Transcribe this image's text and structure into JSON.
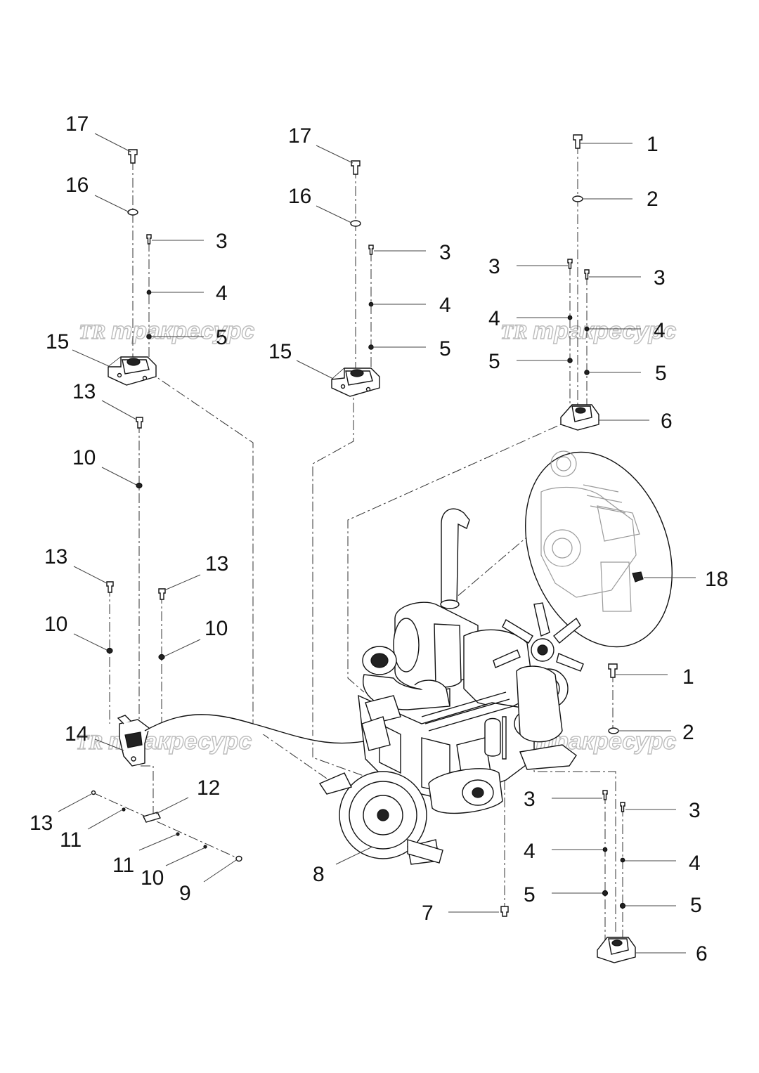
{
  "watermark": {
    "logo": "TR",
    "text": "тракресурс"
  },
  "callouts": {
    "c1a": "17",
    "c1b": "16",
    "c1c": "3",
    "c1d": "4",
    "c1e": "5",
    "c1f": "15",
    "c2a": "17",
    "c2b": "16",
    "c2c": "3",
    "c2d": "4",
    "c2e": "5",
    "c2f": "15",
    "c3a": "1",
    "c3b": "2",
    "c3c": "3",
    "c3d": "3",
    "c3e": "4",
    "c3f": "4",
    "c3g": "5",
    "c3h": "5",
    "c3i": "6",
    "c4a": "13",
    "c4b": "10",
    "c4c": "13",
    "c4d": "13",
    "c4e": "10",
    "c4f": "10",
    "c4g": "14",
    "c5a": "12",
    "c5b": "13",
    "c5c": "11",
    "c5d": "11",
    "c5e": "10",
    "c5f": "9",
    "c6a": "18",
    "c6b": "8",
    "c6c": "7",
    "c7a": "1",
    "c7b": "2",
    "c7c": "3",
    "c7d": "3",
    "c7e": "4",
    "c7f": "4",
    "c7g": "5",
    "c7h": "5",
    "c7i": "6"
  }
}
